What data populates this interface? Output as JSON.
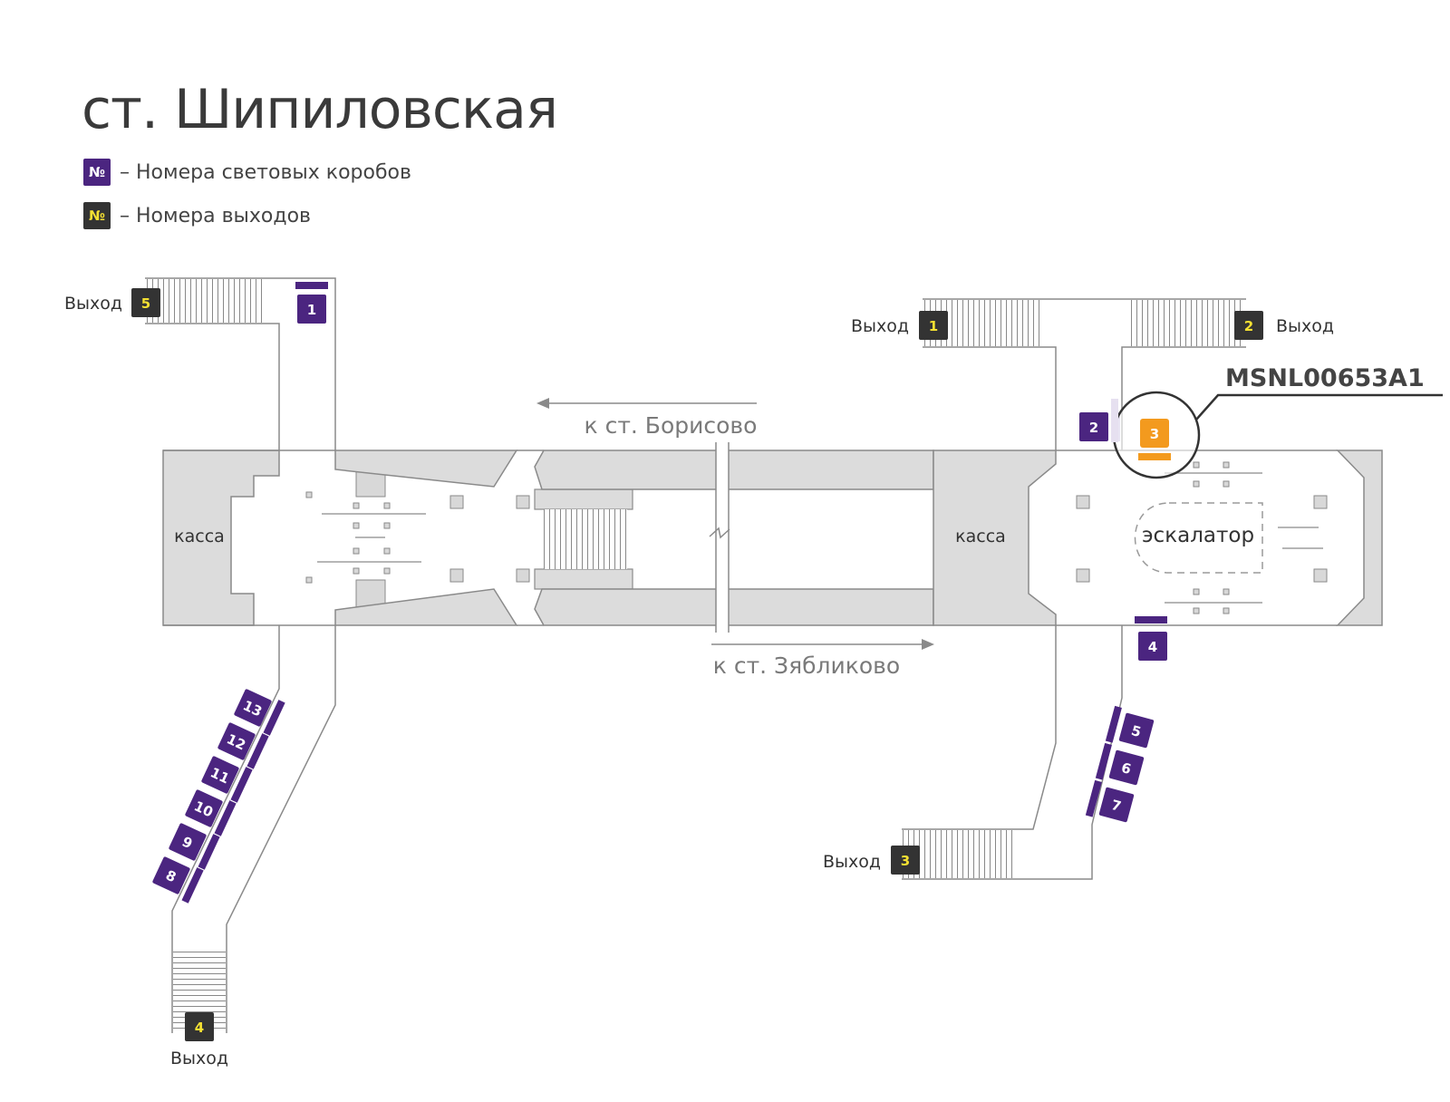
{
  "title": "ст. Шипиловская",
  "legend": {
    "box_symbol": "№",
    "box_text": "– Номера световых коробов",
    "exit_symbol": "№",
    "exit_text": "– Номера выходов"
  },
  "colors": {
    "box": "#4b2580",
    "exit": "#333333",
    "exit_number": "#f5e132",
    "highlight": "#f39a1e",
    "hall": "#dcdcdc",
    "line": "#8a8a8a"
  },
  "labels": {
    "kassa_left": "касса",
    "kassa_right": "касса",
    "escalator": "эскалатор",
    "to_borisovo": "к ст. Борисово",
    "to_zyablikovo": "к ст. Зябликово",
    "highlight_code": "MSNL00653A1"
  },
  "exits": [
    {
      "number": "5",
      "label": "Выход"
    },
    {
      "number": "1",
      "label": "Выход"
    },
    {
      "number": "2",
      "label": "Выход"
    },
    {
      "number": "3",
      "label": "Выход"
    },
    {
      "number": "4",
      "label": "Выход"
    }
  ],
  "boxes": [
    "1",
    "2",
    "3",
    "4",
    "5",
    "6",
    "7",
    "8",
    "9",
    "10",
    "11",
    "12",
    "13"
  ],
  "highlighted_box": "3"
}
